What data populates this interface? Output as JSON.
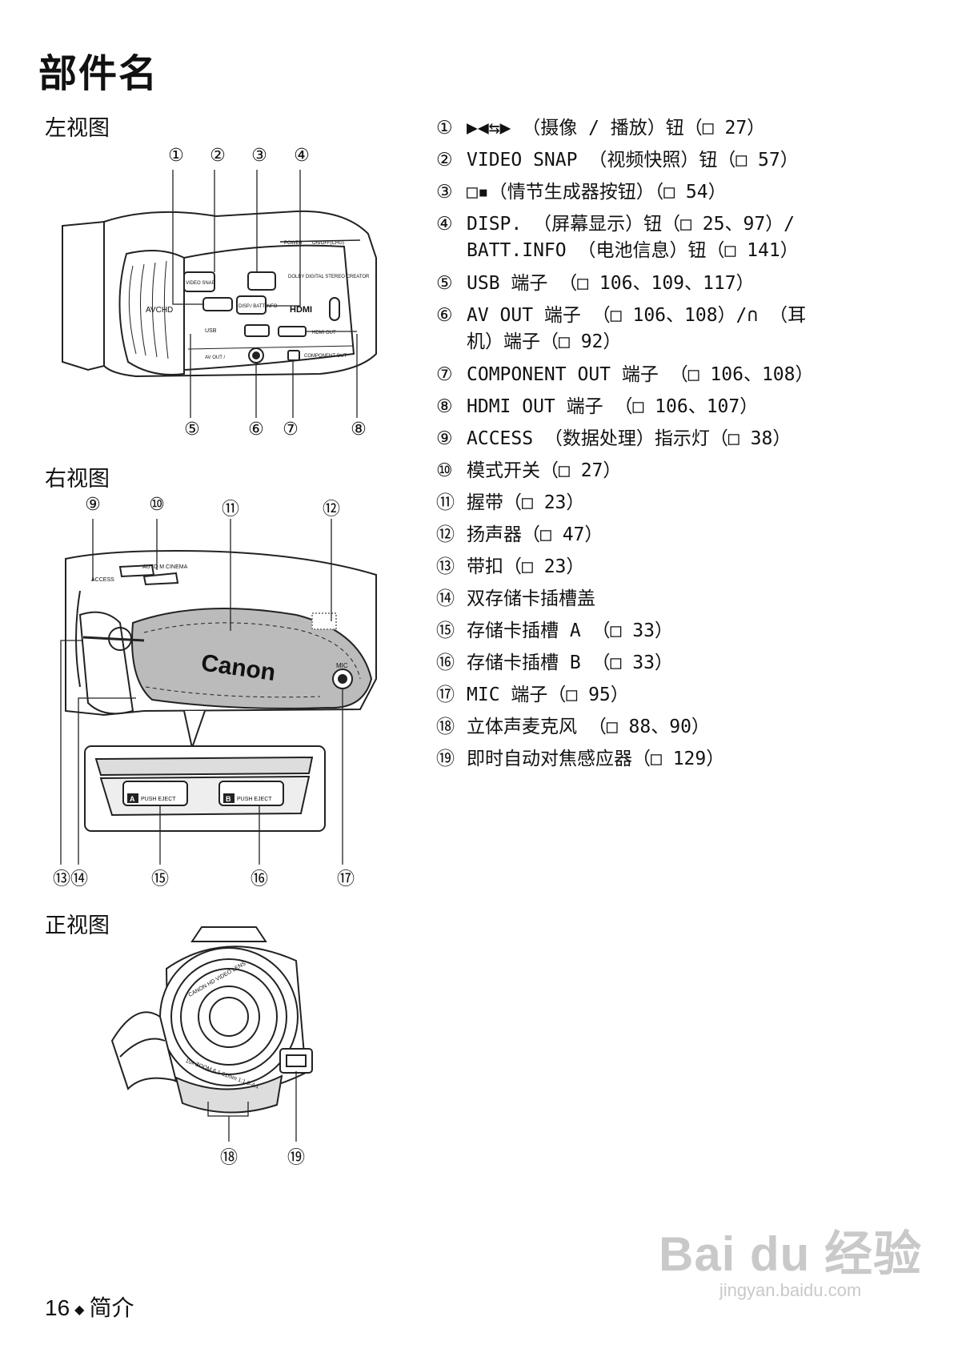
{
  "page": {
    "title": "部件名",
    "left_view_label": "左视图",
    "right_view_label": "右视图",
    "front_view_label": "正视图",
    "footer_page": "16",
    "footer_section": "简介"
  },
  "callouts": {
    "left": [
      "①",
      "②",
      "③",
      "④",
      "⑤",
      "⑥",
      "⑦",
      "⑧"
    ],
    "right": [
      "⑨",
      "⑩",
      "⑪",
      "⑫",
      "⑬⑭",
      "⑮",
      "⑯",
      "⑰"
    ],
    "front": [
      "⑱",
      "⑲"
    ]
  },
  "diagram_labels": {
    "avchd": "AVCHD",
    "video_snap": "VIDEO SNAP",
    "disp_batt": "DISP./ BATT.INFO",
    "dolby": "DOLBY DIGITAL STEREO CREATOR",
    "power": "POWER",
    "on_off": "ON/OFF(CHG)",
    "hdmi_logo": "HDMI",
    "usb": "USB",
    "hdmi_out": "HDMI OUT",
    "av_out": "AV OUT /",
    "component_out": "COMPONENT OUT",
    "access": "ACCESS",
    "mode": "AUTO M CINEMA",
    "brand": "Canon",
    "mic": "MIC",
    "push_eject": "PUSH EJECT",
    "slot_a": "A",
    "slot_b": "B",
    "lens_top": "CANON HD VIDEO LENS",
    "lens_bottom": "10x ZOOM 6.1-61mm 1:1.8-4.1"
  },
  "parts": [
    {
      "num": "①",
      "text": "▶◀⇆▶ （摄像 / 播放）钮（□ 27）"
    },
    {
      "num": "②",
      "text": "VIDEO SNAP （视频快照）钮（□ 57）"
    },
    {
      "num": "③",
      "text": "□▪（情节生成器按钮）（□ 54）"
    },
    {
      "num": "④",
      "text": "DISP. （屏幕显示）钮（□ 25、97）/",
      "text2": "BATT.INFO （电池信息）钮（□ 141）"
    },
    {
      "num": "⑤",
      "text": "USB 端子 （□ 106、109、117）"
    },
    {
      "num": "⑥",
      "text": "AV OUT 端子 （□ 106、108）/∩ （耳",
      "text2": "机）端子（□ 92）"
    },
    {
      "num": "⑦",
      "text": "COMPONENT OUT 端子 （□ 106、108）"
    },
    {
      "num": "⑧",
      "text": "HDMI OUT 端子 （□ 106、107）"
    },
    {
      "num": "⑨",
      "text": "ACCESS （数据处理）指示灯（□ 38）"
    },
    {
      "num": "⑩",
      "text": "模式开关（□ 27）"
    },
    {
      "num": "⑪",
      "text": "握带（□ 23）"
    },
    {
      "num": "⑫",
      "text": "扬声器（□ 47）"
    },
    {
      "num": "⑬",
      "text": "带扣（□ 23）"
    },
    {
      "num": "⑭",
      "text": "双存储卡插槽盖"
    },
    {
      "num": "⑮",
      "text": "存储卡插槽 A （□ 33）"
    },
    {
      "num": "⑯",
      "text": "存储卡插槽 B （□ 33）"
    },
    {
      "num": "⑰",
      "text": "MIC 端子（□ 95）"
    },
    {
      "num": "⑱",
      "text": "立体声麦克风 （□ 88、90）"
    },
    {
      "num": "⑲",
      "text": "即时自动对焦感应器（□ 129）"
    }
  ],
  "watermark": {
    "brand": "Bai du 经验",
    "url": "jingyan.baidu.com"
  }
}
